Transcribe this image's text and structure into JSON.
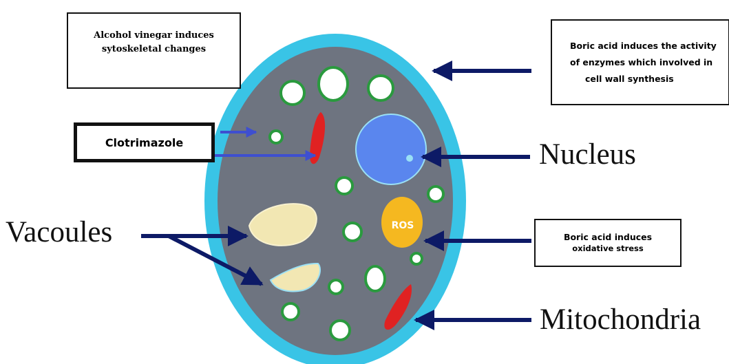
{
  "labels": {
    "alcohol_line1": "Alcohol vinegar induces",
    "alcohol_line2": "sytoskeletal changes",
    "boric_wall_line1": "Boric acid induces the activity",
    "boric_wall_line2": "of enzymes which involved in",
    "boric_wall_line3": "cell wall synthesis",
    "clotrimazole": "Clotrimazole",
    "nucleus": "Nucleus",
    "vacoules": "Vacoules",
    "ros": "ROS",
    "boric_ox_line1": "Boric acid induces",
    "boric_ox_line2": "oxidative stress",
    "mitochondria": "Mitochondria"
  },
  "colors": {
    "cell_wall": "#39c4e6",
    "cytoplasm": "#6e7480",
    "organelle_ring": "#2a9a3e",
    "nucleus": "#5a86ee",
    "vacuole": "#f2e7b3",
    "ros": "#f5b820",
    "mitochondria": "#e02222",
    "arrow_navy": "#0d1a66",
    "arrow_blue": "#3e4fd0"
  }
}
